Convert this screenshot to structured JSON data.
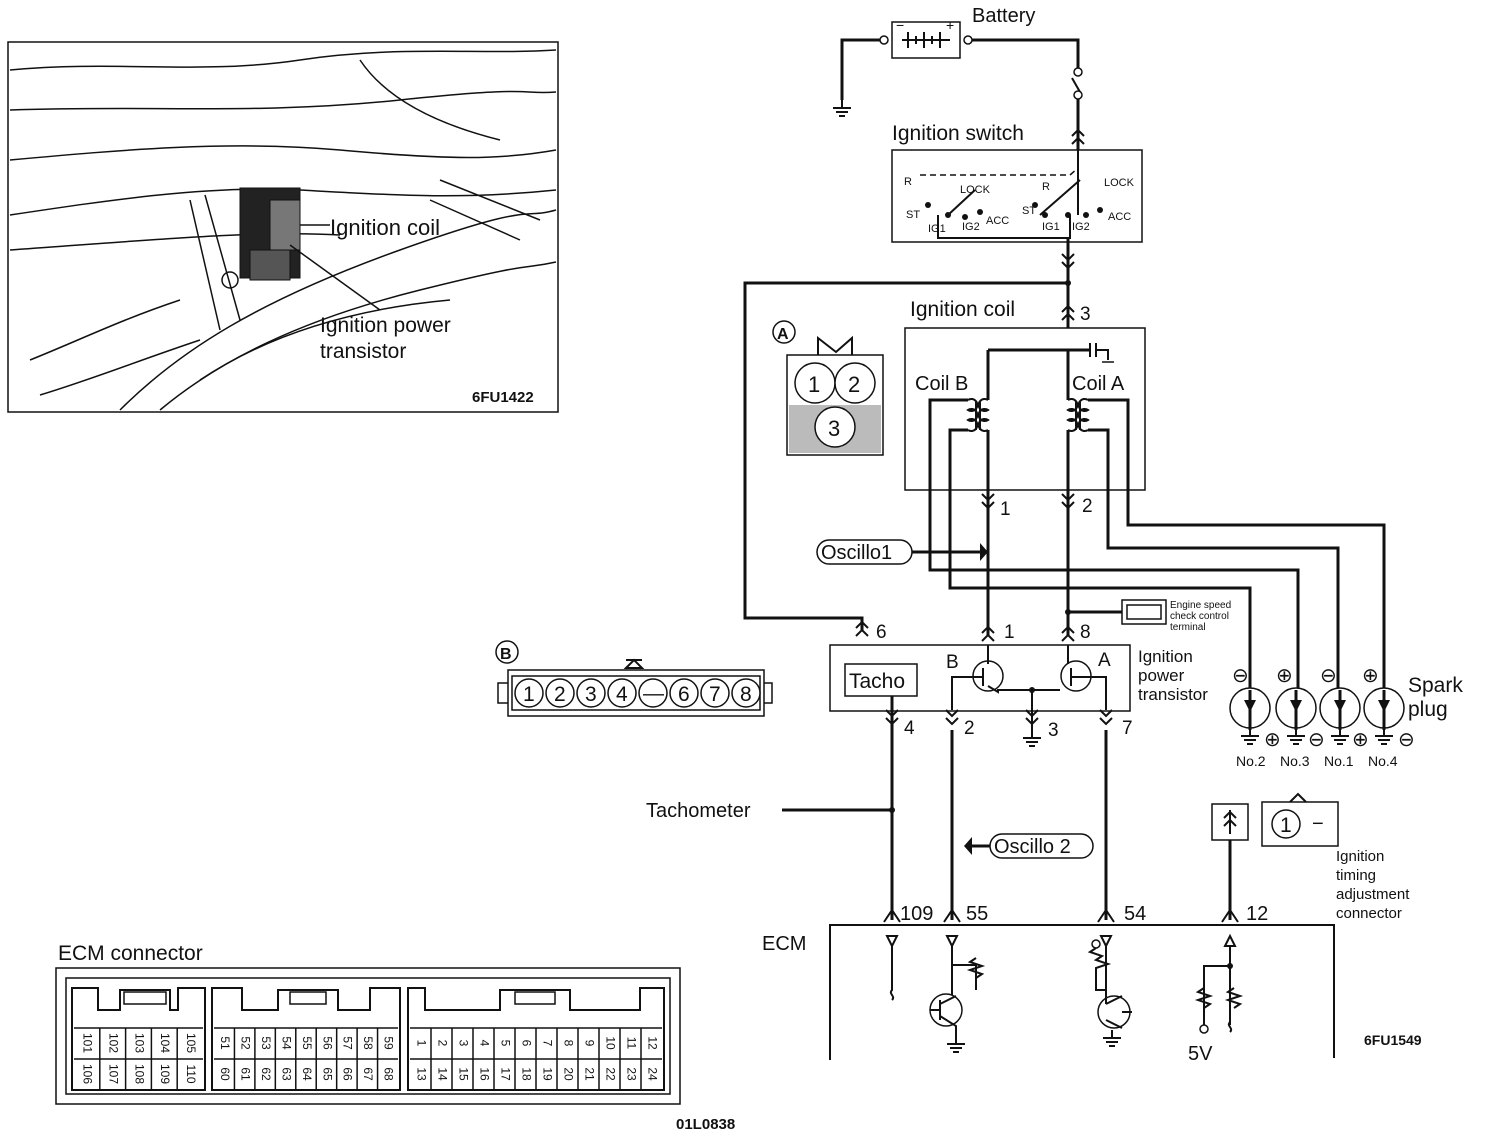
{
  "photo": {
    "label_coil": "Ignition  coil",
    "label_transistor_1": "Ignition power",
    "label_transistor_2": "transistor",
    "code": "6FU1422"
  },
  "battery": {
    "label": "Battery",
    "minus": "−",
    "plus": "+"
  },
  "ignition_switch": {
    "label": "Ignition switch",
    "left": {
      "r": "R",
      "st": "ST",
      "lock": "LOCK",
      "acc": "ACC",
      "ig1": "IG1",
      "ig2": "IG2"
    },
    "right": {
      "r": "R",
      "st": "ST",
      "lock": "LOCK",
      "acc": "ACC",
      "ig1": "IG1",
      "ig2": "IG2"
    }
  },
  "ignition_coil": {
    "label": "Ignition coil",
    "coil_b": "Coil B",
    "coil_a": "Coil A",
    "pin_top": "3",
    "pin_1": "1",
    "pin_2": "2"
  },
  "connector_a": {
    "letter": "A",
    "pins": [
      "1",
      "2",
      "3"
    ]
  },
  "connector_b": {
    "letter": "B",
    "pins": [
      "1",
      "2",
      "3",
      "4",
      "—",
      "6",
      "7",
      "8"
    ]
  },
  "oscillo1": "Oscillo1",
  "oscillo2": "Oscillo 2",
  "engine_speed": {
    "line1": "Engine speed",
    "line2": "check control",
    "line3": "terminal"
  },
  "power_transistor": {
    "label_1": "Ignition",
    "label_2": "power",
    "label_3": "transistor",
    "tacho": "Tacho",
    "b": "B",
    "a": "A",
    "pin_6": "6",
    "pin_1": "1",
    "pin_8": "8",
    "pin_4": "4",
    "pin_2": "2",
    "pin_3": "3",
    "pin_7": "7"
  },
  "spark_plug": {
    "label_1": "Spark",
    "label_2": "plug",
    "plugs": [
      "No.2",
      "No.3",
      "No.1",
      "No.4"
    ],
    "top_signs": [
      "⊖",
      "⊕",
      "⊖",
      "⊕"
    ],
    "bottom_signs": [
      "⊕",
      "⊖",
      "⊕",
      "⊖"
    ]
  },
  "tachometer": "Tachometer",
  "timing_connector": {
    "pin": "1",
    "dash": "−",
    "label_1": "Ignition",
    "label_2": "timing",
    "label_3": "adjustment",
    "label_4": "connector"
  },
  "ecm": {
    "label": "ECM",
    "pins": [
      "109",
      "55",
      "54",
      "12"
    ],
    "voltage": "5V",
    "code": "6FU1549"
  },
  "ecm_connector": {
    "label": "ECM connector",
    "code": "01L0838",
    "group1_top": [
      "101",
      "102",
      "103",
      "104",
      "105"
    ],
    "group1_bottom": [
      "106",
      "107",
      "108",
      "109",
      "110"
    ],
    "group2_top": [
      "51",
      "52",
      "53",
      "54",
      "55",
      "56",
      "57",
      "58",
      "59"
    ],
    "group2_bottom": [
      "60",
      "61",
      "62",
      "63",
      "64",
      "65",
      "66",
      "67",
      "68"
    ],
    "group3_top": [
      "1",
      "2",
      "3",
      "4",
      "5",
      "6",
      "7",
      "8",
      "9",
      "10",
      "11",
      "12"
    ],
    "group3_bottom": [
      "13",
      "14",
      "15",
      "16",
      "17",
      "18",
      "19",
      "20",
      "21",
      "22",
      "23",
      "24"
    ]
  }
}
